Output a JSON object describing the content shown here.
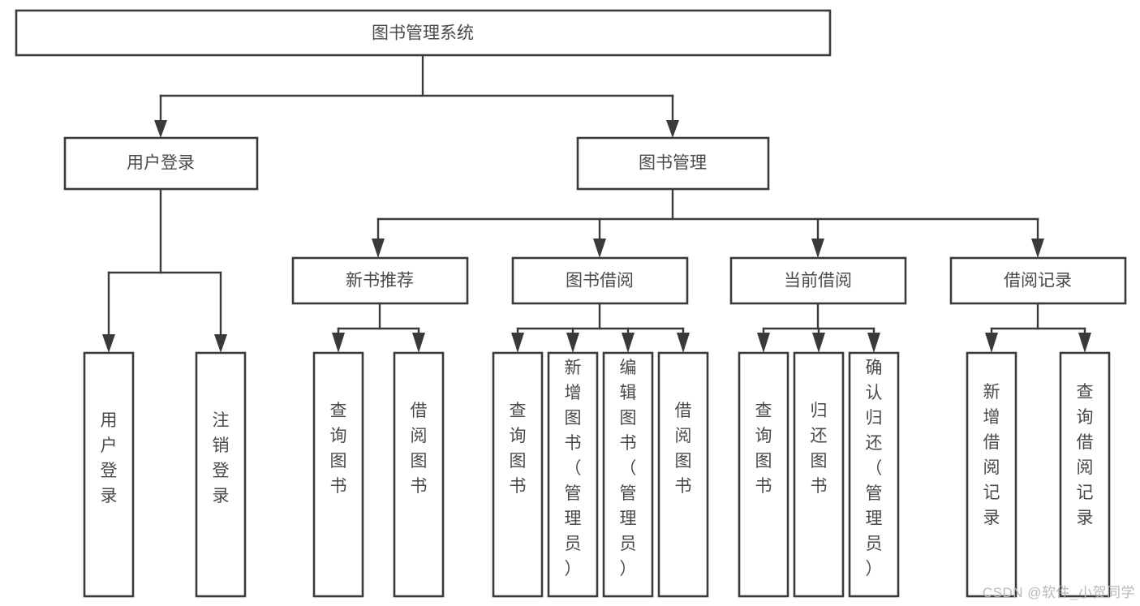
{
  "diagram": {
    "type": "tree-hierarchy-chart",
    "title": "图书管理系统",
    "watermark": "CSDN @软件_小贺同学",
    "colors": {
      "box_stroke": "#3a3a3a",
      "box_fill": "#ffffff",
      "text": "#4a4a4a",
      "connector": "#3a3a3a",
      "background": "#ffffff",
      "watermark": "#b9b9b9"
    },
    "levels": {
      "root": {
        "label": "图书管理系统"
      },
      "level2": [
        {
          "label": "用户登录"
        },
        {
          "label": "图书管理"
        }
      ],
      "level3": [
        {
          "label": "新书推荐"
        },
        {
          "label": "图书借阅"
        },
        {
          "label": "当前借阅"
        },
        {
          "label": "借阅记录"
        }
      ],
      "leaves": {
        "user_login": [
          {
            "label": "用户登录"
          },
          {
            "label": "注销登录"
          }
        ],
        "new_book_recommend": [
          {
            "label": "查询图书"
          },
          {
            "label": "借阅图书"
          }
        ],
        "book_borrow": [
          {
            "label": "查询图书"
          },
          {
            "label": "新增图书（管理员）"
          },
          {
            "label": "编辑图书（管理员）"
          },
          {
            "label": "借阅图书"
          }
        ],
        "current_borrow": [
          {
            "label": "查询图书"
          },
          {
            "label": "归还图书"
          },
          {
            "label": "确认归还（管理员）"
          }
        ],
        "borrow_record": [
          {
            "label": "新增借阅记录"
          },
          {
            "label": "查询借阅记录"
          }
        ]
      }
    }
  }
}
